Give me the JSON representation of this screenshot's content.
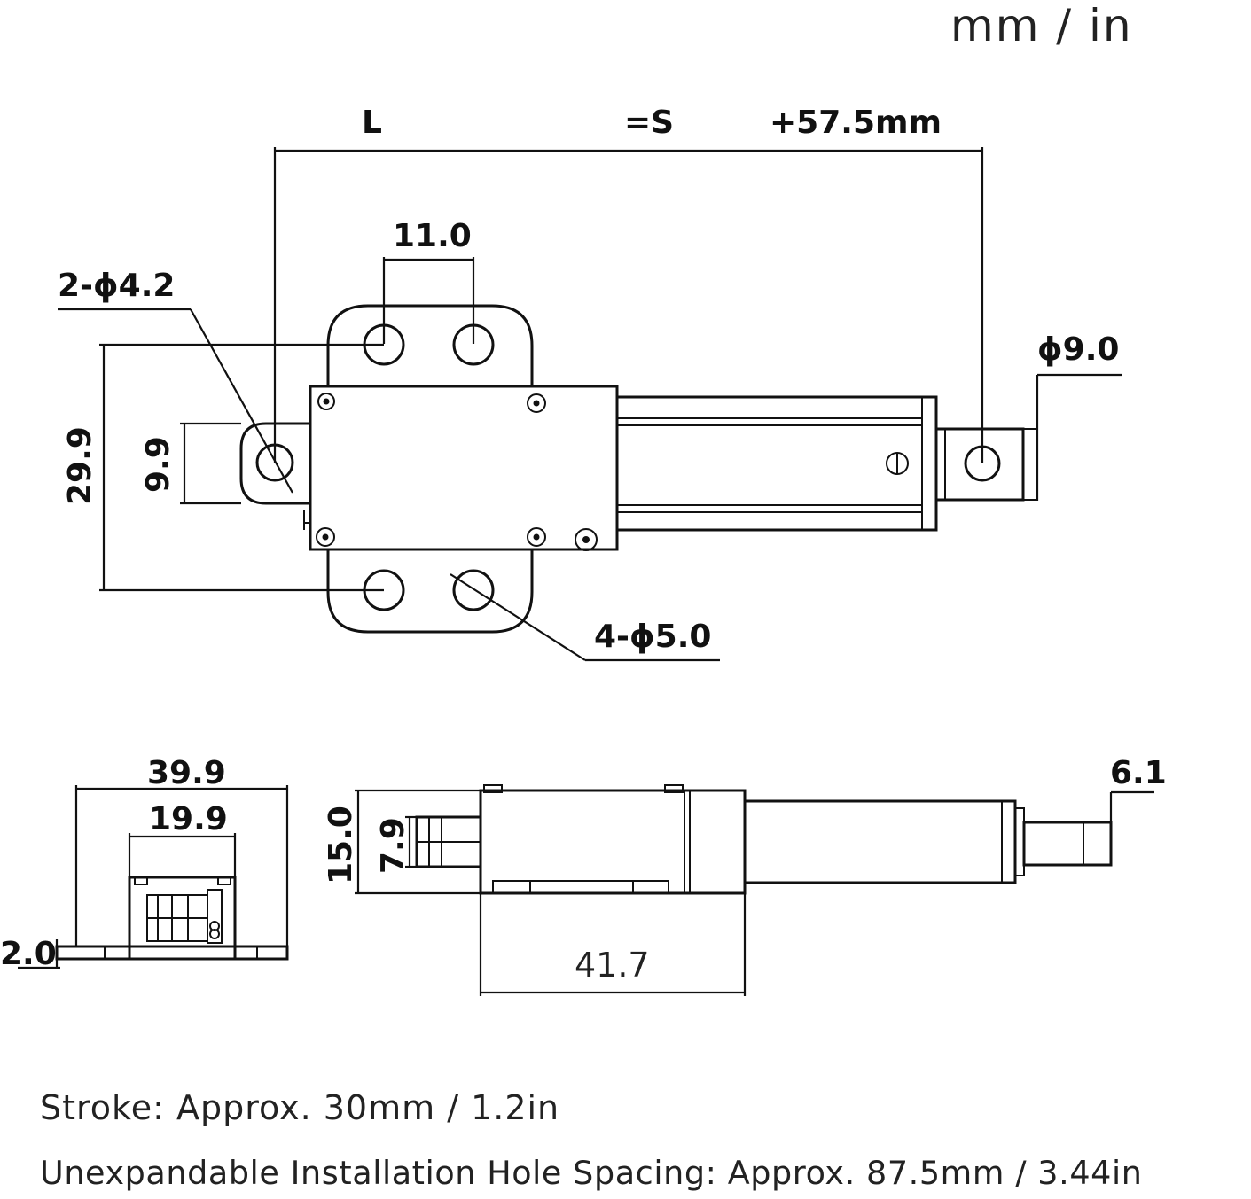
{
  "units": "mm / in",
  "top_view": {
    "label_L": "L",
    "label_eqS": "=S",
    "label_plus": "+57.5mm",
    "dim_11": "11.0",
    "dim_2phi42": "2-ϕ4.2",
    "dim_phi9": "ϕ9.0",
    "dim_299": "29.9",
    "dim_99": "9.9",
    "dim_4phi5": "4-ϕ5.0"
  },
  "end_view": {
    "dim_399": "39.9",
    "dim_199": "19.9",
    "dim_20": "2.0"
  },
  "side_view": {
    "dim_150": "15.0",
    "dim_79": "7.9",
    "dim_61": "6.1",
    "dim_417": "41.7"
  },
  "notes": {
    "stroke": "Stroke: Approx. 30mm / 1.2in",
    "spacing": "Unexpandable Installation Hole Spacing: Approx. 87.5mm / 3.44in"
  }
}
